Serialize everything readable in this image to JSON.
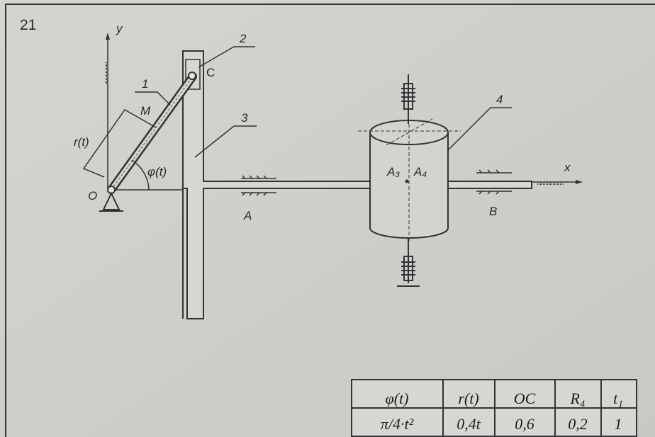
{
  "problem_number": "21",
  "labels": {
    "y_axis": "y",
    "x_axis": "x",
    "origin": "O",
    "point_c": "C",
    "point_m": "M",
    "r": "r(t)",
    "phi": "φ(t)",
    "body1": "1",
    "body2": "2",
    "body3": "3",
    "body4": "4",
    "support_a": "A",
    "support_b": "B",
    "a3": "A₃",
    "a4": "A₄"
  },
  "table": {
    "headers": [
      "φ(t)",
      "r(t)",
      "OC",
      "R₄",
      "t₁"
    ],
    "values": [
      "π/4·t²",
      "0,4t",
      "0,6",
      "0,2",
      "1"
    ]
  },
  "colors": {
    "paper": "#cfd0cc",
    "ink": "#333333"
  }
}
